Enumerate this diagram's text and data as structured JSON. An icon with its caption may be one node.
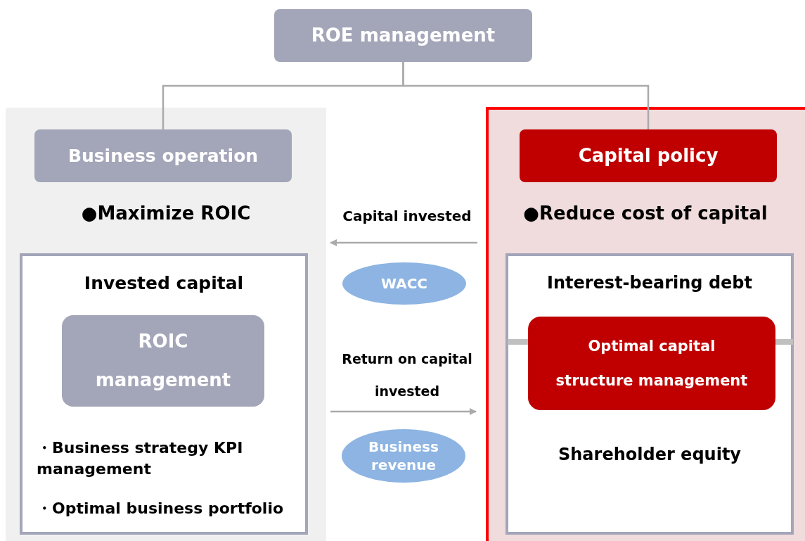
{
  "diagram": {
    "nodes": [
      {
        "text": [
          "ROE management"
        ]
      },
      {
        "text": [],
        "shape": "box"
      },
      {
        "text": [
          "Business operation"
        ],
        "in": 1
      },
      {
        "text": [],
        "shape": "box"
      },
      {
        "text": [
          "Capital policy"
        ],
        "in": 3
      },
      {
        "text": [
          "Invested capital",
          "・Business strategy KPI management",
          "・Optimal business portfolio"
        ],
        "in": 1
      },
      {
        "text": [
          "ROIC management"
        ],
        "in": 5
      },
      {
        "text": [
          "Interest-bearing debt",
          "Shareholder equity"
        ],
        "in": 3
      },
      {
        "text": [
          "Optimal capital structure management"
        ],
        "in": 7
      },
      {
        "text": [
          "WACC"
        ]
      },
      {
        "text": [
          "Business revenue"
        ]
      }
    ],
    "edges": [
      {
        "from": 0,
        "to": 2,
        "arrow": "none"
      },
      {
        "from": 0,
        "to": 4,
        "arrow": "none"
      },
      {
        "from": 3,
        "to": 1,
        "arrow": "to",
        "label": "Capital invested"
      },
      {
        "from": 1,
        "to": 3,
        "arrow": "to",
        "label": "Return on capital invested"
      }
    ],
    "labels": [
      "●Maximize ROIC",
      "●Reduce cost of capital"
    ]
  }
}
